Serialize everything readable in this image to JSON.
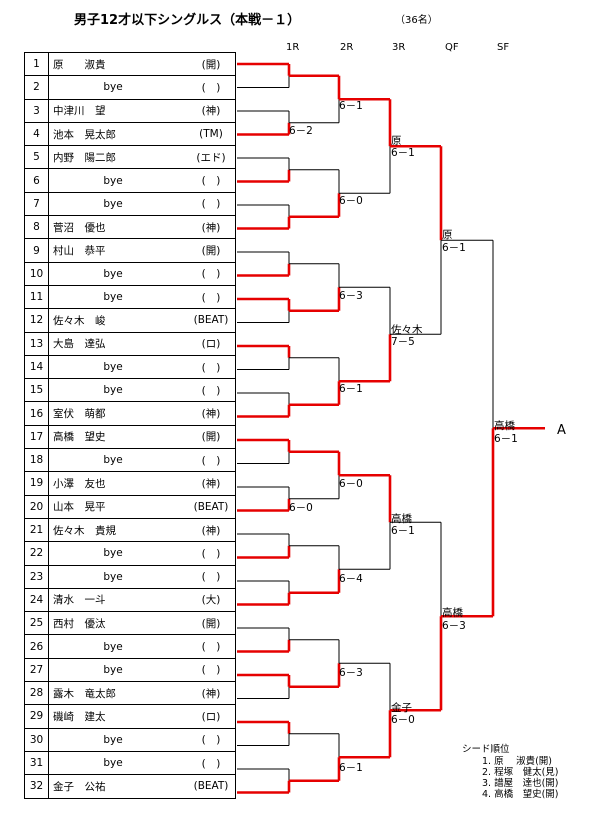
{
  "header": {
    "title": "男子12才以下シングルス（本戦－１）",
    "count": "（36名）"
  },
  "rounds": [
    "1R",
    "2R",
    "3R",
    "QF",
    "SF"
  ],
  "players": [
    {
      "num": "1",
      "name": "原　　淑貴",
      "club": "(開)"
    },
    {
      "num": "2",
      "name": "bye",
      "club": "(　)"
    },
    {
      "num": "3",
      "name": "中津川　望",
      "club": "(神)"
    },
    {
      "num": "4",
      "name": "池本　晃太郎",
      "club": "(TM)"
    },
    {
      "num": "5",
      "name": "内野　陽二郎",
      "club": "(エド)"
    },
    {
      "num": "6",
      "name": "bye",
      "club": "(　)"
    },
    {
      "num": "7",
      "name": "bye",
      "club": "(　)"
    },
    {
      "num": "8",
      "name": "菅沼　優也",
      "club": "(神)"
    },
    {
      "num": "9",
      "name": "村山　恭平",
      "club": "(開)"
    },
    {
      "num": "10",
      "name": "bye",
      "club": "(　)"
    },
    {
      "num": "11",
      "name": "bye",
      "club": "(　)"
    },
    {
      "num": "12",
      "name": "佐々木　峻",
      "club": "(BEAT)"
    },
    {
      "num": "13",
      "name": "大島　達弘",
      "club": "(ロ)"
    },
    {
      "num": "14",
      "name": "bye",
      "club": "(　)"
    },
    {
      "num": "15",
      "name": "bye",
      "club": "(　)"
    },
    {
      "num": "16",
      "name": "室伏　萌都",
      "club": "(神)"
    },
    {
      "num": "17",
      "name": "高橋　望史",
      "club": "(開)"
    },
    {
      "num": "18",
      "name": "bye",
      "club": "(　)"
    },
    {
      "num": "19",
      "name": "小澤　友也",
      "club": "(神)"
    },
    {
      "num": "20",
      "name": "山本　晃平",
      "club": "(BEAT)"
    },
    {
      "num": "21",
      "name": "佐々木　貴規",
      "club": "(神)"
    },
    {
      "num": "22",
      "name": "bye",
      "club": "(　)"
    },
    {
      "num": "23",
      "name": "bye",
      "club": "(　)"
    },
    {
      "num": "24",
      "name": "清水　一斗",
      "club": "(大)"
    },
    {
      "num": "25",
      "name": "西村　優汰",
      "club": "(開)"
    },
    {
      "num": "26",
      "name": "bye",
      "club": "(　)"
    },
    {
      "num": "27",
      "name": "bye",
      "club": "(　)"
    },
    {
      "num": "28",
      "name": "露木　竜太郎",
      "club": "(神)"
    },
    {
      "num": "29",
      "name": "磯崎　建太",
      "club": "(ロ)"
    },
    {
      "num": "30",
      "name": "bye",
      "club": "(　)"
    },
    {
      "num": "31",
      "name": "bye",
      "club": "(　)"
    },
    {
      "num": "32",
      "name": "金子　公祐",
      "club": "(BEAT)"
    }
  ],
  "scores": [
    {
      "text": "6－2"
    },
    {
      "text": "6－0"
    },
    {
      "text": "6－1"
    },
    {
      "text": "6－0"
    },
    {
      "text": "6－3"
    },
    {
      "text": "6－1"
    },
    {
      "text": "6－0"
    },
    {
      "text": "6－4"
    },
    {
      "text": "6－3"
    },
    {
      "text": "6－1"
    },
    {
      "text": "原"
    },
    {
      "text": "6－1"
    },
    {
      "text": "佐々木"
    },
    {
      "text": "7－5"
    },
    {
      "text": "高橋"
    },
    {
      "text": "6－1"
    },
    {
      "text": "金子"
    },
    {
      "text": "6－0"
    },
    {
      "text": "原"
    },
    {
      "text": "6－1"
    },
    {
      "text": "高橋"
    },
    {
      "text": "6－3"
    },
    {
      "text": "高橋"
    },
    {
      "text": "6－1"
    }
  ],
  "final_label": "A",
  "seeds": {
    "title": "シード順位",
    "items": [
      "1. 原　 淑貴(開)",
      "2. 程塚　健太(見)",
      "3. 譜屋　達也(開)",
      "4. 高橋　望史(開)"
    ]
  },
  "colors": {
    "winner_line": "#e60000",
    "line": "#000000"
  }
}
